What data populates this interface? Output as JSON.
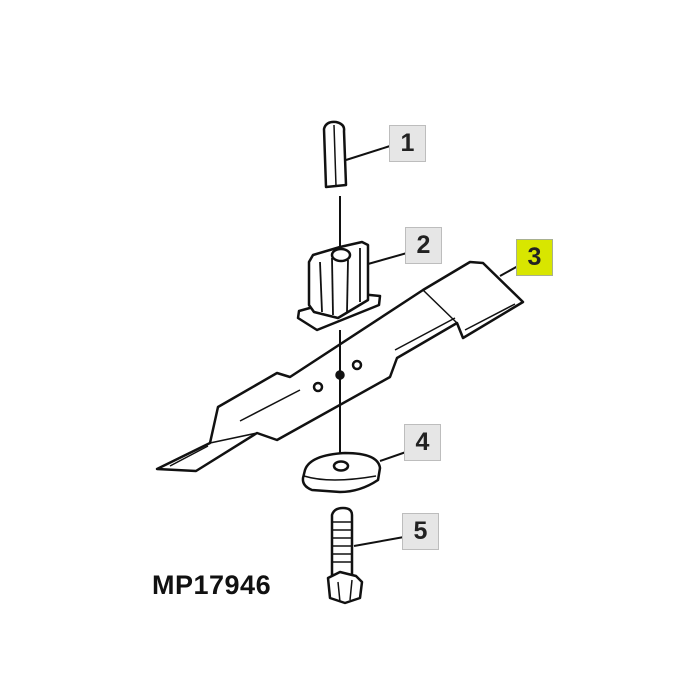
{
  "figure_code": "MP17946",
  "highlight_color": "#d8e600",
  "callouts": [
    {
      "number": "1",
      "part": "pin",
      "highlighted": false
    },
    {
      "number": "2",
      "part": "blade-adapter",
      "highlighted": false
    },
    {
      "number": "3",
      "part": "mower-blade",
      "highlighted": true
    },
    {
      "number": "4",
      "part": "washer",
      "highlighted": false
    },
    {
      "number": "5",
      "part": "bolt",
      "highlighted": false
    }
  ]
}
